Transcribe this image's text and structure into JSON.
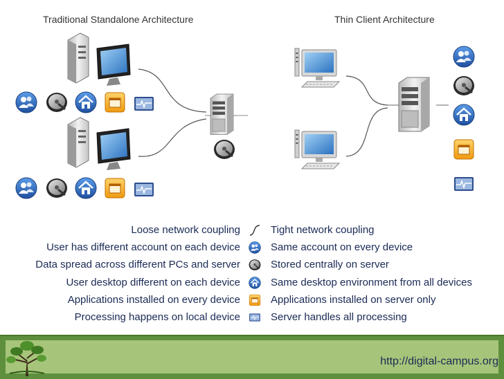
{
  "titles": {
    "left": "Traditional Standalone Architecture",
    "right": "Thin Client Architecture"
  },
  "comparison": [
    {
      "left": "Loose network coupling",
      "right": "Tight network coupling",
      "icon": "network-coupling-icon"
    },
    {
      "left": "User has different account on each device",
      "right": "Same account on every device",
      "icon": "users-icon"
    },
    {
      "left": "Data spread across different PCs and server",
      "right": "Stored centrally on server",
      "icon": "hard-drive-icon"
    },
    {
      "left": "User desktop different on each device",
      "right": "Same desktop environment from all devices",
      "icon": "home-icon"
    },
    {
      "left": "Applications installed on every device",
      "right": "Applications installed on server only",
      "icon": "application-icon"
    },
    {
      "left": "Processing happens on local device",
      "right": "Server handles all processing",
      "icon": "monitor-pulse-icon"
    }
  ],
  "footer": {
    "url": "http://digital-campus.org"
  },
  "colors": {
    "text": "#1a2a55",
    "footer_dark": "#5e8f3d",
    "footer_light": "#a6c57a",
    "user_icon": "#2c5fb5",
    "app_icon": "#f0a020"
  }
}
